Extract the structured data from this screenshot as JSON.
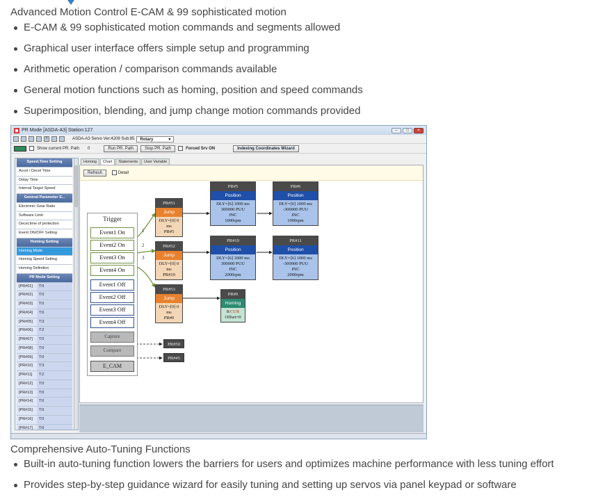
{
  "section1": {
    "heading": "Advanced Motion Control E-CAM & 99 sophisticated motion",
    "bullets": [
      "E-CAM & 99 sophisticated motion commands and segments allowed",
      "Graphical user interface offers simple setup and programming",
      "Arithmetic operation / comparison commands available",
      "General motion functions such as homing, position and speed commands",
      "Superimposition, blending, and jump change motion commands provided"
    ]
  },
  "software": {
    "title": "PR Mode [ASDA-A3] Station:127",
    "servo_version": "ASDA-A3 Servo Ver:4209 Sub:85",
    "mode_select": "Rotary",
    "show_current_label": "Show current PR. Path",
    "current_value": "0",
    "run_button": "Run PR. Path",
    "stop_button": "Stop PR. Path",
    "forced_label": "Forced Srv ON",
    "indexing_button": "Indexing Coordinates Wizard",
    "tabs": [
      "Homing",
      "Chart",
      "Statements",
      "User Variable"
    ],
    "refresh_button": "Refresh",
    "detail_label": "Detail",
    "left_panel": [
      {
        "kind": "head",
        "label": "Speed,Time Setting"
      },
      {
        "kind": "item",
        "label": "Accel / Decel Time"
      },
      {
        "kind": "item",
        "label": "Delay Time"
      },
      {
        "kind": "item",
        "label": "Internal Target Speed"
      },
      {
        "kind": "head",
        "label": "General Parameter S..."
      },
      {
        "kind": "item",
        "label": "Electronic Gear Ratio"
      },
      {
        "kind": "item",
        "label": "Software Limit"
      },
      {
        "kind": "item",
        "label": "Decel.time of protection"
      },
      {
        "kind": "item",
        "label": "Event ON/OFF Setting"
      },
      {
        "kind": "head",
        "label": "Homing Setting"
      },
      {
        "kind": "sel",
        "label": "Homing Mode"
      },
      {
        "kind": "item",
        "label": "Homing Speed Setting"
      },
      {
        "kind": "item",
        "label": "Homing Definition"
      },
      {
        "kind": "head",
        "label": "PR Mode Setting"
      },
      {
        "kind": "pr",
        "label": "[PR#01]",
        "value": "T:0"
      },
      {
        "kind": "pr",
        "label": "[PR#02]",
        "value": "T:0"
      },
      {
        "kind": "pr",
        "label": "[PR#03]",
        "value": "T:0"
      },
      {
        "kind": "pr",
        "label": "[PR#04]",
        "value": "T:0"
      },
      {
        "kind": "pr",
        "label": "[PR#05]",
        "value": "T:3"
      },
      {
        "kind": "pr",
        "label": "[PR#06]",
        "value": "T:2"
      },
      {
        "kind": "pr",
        "label": "[PR#07]",
        "value": "T:0"
      },
      {
        "kind": "pr",
        "label": "[PR#08]",
        "value": "T:0"
      },
      {
        "kind": "pr",
        "label": "[PR#09]",
        "value": "T:0"
      },
      {
        "kind": "pr",
        "label": "[PR#10]",
        "value": "T:3"
      },
      {
        "kind": "pr",
        "label": "[PR#11]",
        "value": "T:2"
      },
      {
        "kind": "pr",
        "label": "[PR#12]",
        "value": "T:0"
      },
      {
        "kind": "pr",
        "label": "[PR#13]",
        "value": "T:0"
      },
      {
        "kind": "pr",
        "label": "[PR#14]",
        "value": "T:0"
      },
      {
        "kind": "pr",
        "label": "[PR#15]",
        "value": "T:0"
      },
      {
        "kind": "pr",
        "label": "[PR#16]",
        "value": "T:0"
      },
      {
        "kind": "pr",
        "label": "[PR#17]",
        "value": "T:0"
      }
    ],
    "diagram": {
      "trigger_title": "Trigger",
      "events_on": [
        "Event1 On",
        "Event2 On",
        "Event3 On",
        "Event4 On"
      ],
      "events_off": [
        "Event1 Off",
        "Event2 Off",
        "Event3 Off",
        "Event4 Off"
      ],
      "capture": "Capture",
      "compare": "Compare",
      "ecam": "E_CAM",
      "path_labels": [
        "1",
        "2",
        "3"
      ],
      "jump_nodes": [
        {
          "header": "PR#51",
          "type": "Jump",
          "line1": "DLY=[0] 0 ms",
          "line2": "PR#5"
        },
        {
          "header": "PR#52",
          "type": "Jump",
          "line1": "DLY=[0] 0 ms",
          "line2": "PR#10"
        },
        {
          "header": "PR#53",
          "type": "Jump",
          "line1": "DLY=[0] 0 ms",
          "line2": "PR#0"
        }
      ],
      "position_nodes": [
        {
          "header": "PR#5",
          "type": "Position",
          "lines": [
            "DLY=[6] 1000 ms",
            "300000 PUU",
            "INC",
            "1000rpm"
          ]
        },
        {
          "header": "PR#6",
          "type": "Position",
          "lines": [
            "DLY=[6] 1000 ms",
            "-300000 PUU",
            "INC",
            "1000rpm"
          ]
        },
        {
          "header": "PR#10",
          "type": "Position",
          "lines": [
            "DLY=[6] 1000 ms",
            "300000 PUU",
            "INC",
            "2000rpm"
          ]
        },
        {
          "header": "PR#11",
          "type": "Position",
          "lines": [
            "DLY=[6] 1000 ms",
            "-300000 PUU",
            "INC",
            "2000rpm"
          ]
        }
      ],
      "homing_node": {
        "header": "PR#0",
        "type": "Homing",
        "line1_prefix": "8:",
        "line1_value": "CUR",
        "line2": "Offset=0"
      },
      "capture_target": "PR#50",
      "compare_target": "PR#45"
    }
  },
  "section2": {
    "heading": "Comprehensive Auto-Tuning Functions",
    "bullets": [
      "Built-in auto-tuning function lowers the barriers for users and optimizes machine performance with less tuning effort",
      "Provides step-by-step guidance wizard for easily tuning and setting up servos via panel keypad or software"
    ]
  },
  "colors": {
    "accent_caret": "#3d7ebf",
    "jump": "#e8812e",
    "position": "#1f4fa8",
    "homing": "#2e8b72"
  }
}
